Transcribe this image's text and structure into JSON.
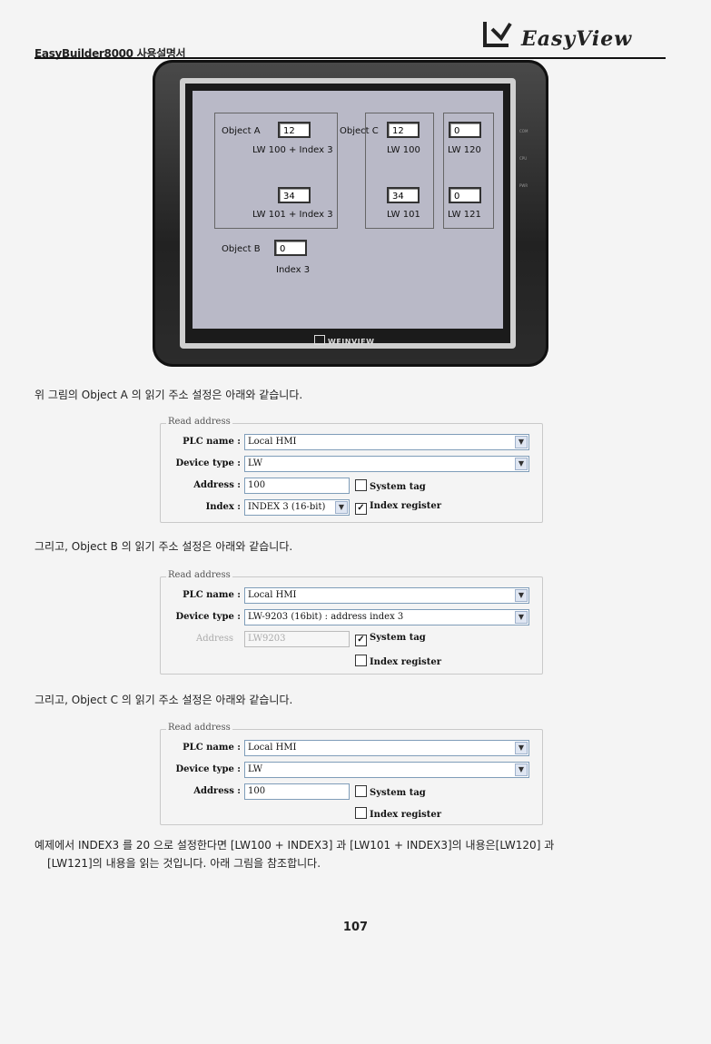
{
  "header": {
    "doc_title": "EasyBuilder8000 사용설명서",
    "logo_text": "EasyView"
  },
  "hmi": {
    "brand": "WEINVIEW",
    "leds": [
      "PWR",
      "CPU",
      "COM"
    ],
    "objects": {
      "a_label": "Object A",
      "a_val1": "12",
      "a_addr1": "LW 100 + Index 3",
      "a_val2": "34",
      "a_addr2": "LW 101 + Index 3",
      "b_label": "Object B",
      "b_val": "0",
      "b_addr": "Index 3",
      "c_label": "Object C",
      "c_val1": "12",
      "c_addr1": "LW 100",
      "c_val2": "34",
      "c_addr2": "LW 101",
      "d_val1": "0",
      "d_addr1": "LW 120",
      "d_val2": "0",
      "d_addr2": "LW 121"
    }
  },
  "text": {
    "p1": "위 그림의 Object A 의 읽기 주소 설정은 아래와 같습니다.",
    "p2": "그리고, Object B 의 읽기 주소 설정은 아래와 같습니다.",
    "p3": "그리고, Object C 의 읽기 주소 설정은 아래와 같습니다.",
    "p4a": "예제에서 INDEX3 를 20 으로 설정한다면 [LW100 + INDEX3] 과 [LW101 + INDEX3]의 내용은[LW120] 과",
    "p4b": "[LW121]의 내용을 읽는 것입니다. 아래 그림을 참조합니다."
  },
  "dialogs": {
    "title": "Read address",
    "plc_label": "PLC name :",
    "device_label": "Device type :",
    "address_label": "Address :",
    "address_label_disabled": "Address",
    "index_label": "Index :",
    "system_tag": "System tag",
    "index_register": "Index register",
    "a": {
      "plc": "Local HMI",
      "device": "LW",
      "address": "100",
      "index": "INDEX 3 (16-bit)",
      "system_tag_checked": false,
      "index_register_checked": true
    },
    "b": {
      "plc": "Local HMI",
      "device": "LW-9203 (16bit) : address index 3",
      "address": "LW9203",
      "system_tag_checked": true,
      "index_register_checked": false
    },
    "c": {
      "plc": "Local HMI",
      "device": "LW",
      "address": "100",
      "system_tag_checked": false,
      "index_register_checked": false
    }
  },
  "page_number": "107"
}
